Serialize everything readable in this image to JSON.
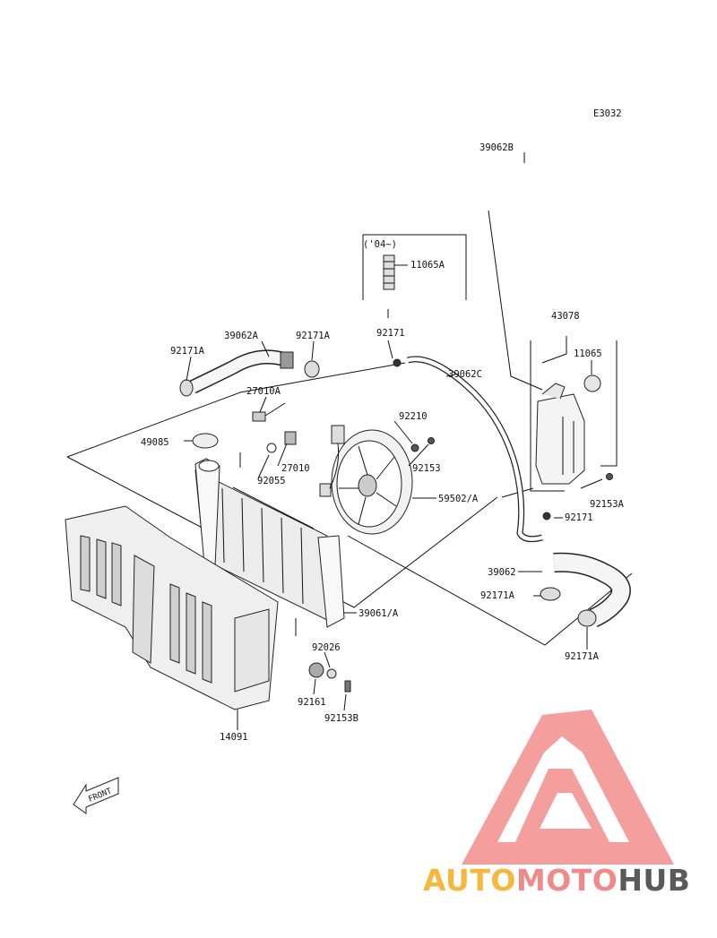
{
  "diagram_code": "E3032",
  "year_note": "('04~)",
  "front_label": "FRONT",
  "parts": {
    "p39062B": "39062B",
    "p11065A": "11065A",
    "p92171_top": "92171",
    "p43078": "43078",
    "p11065": "11065",
    "p92171A_left": "92171A",
    "p39062A": "39062A",
    "p92171A_mid": "92171A",
    "p39062C": "39062C",
    "p27010A": "27010A",
    "p92210": "92210",
    "p49085": "49085",
    "p27010": "27010",
    "p92153": "92153",
    "p92055": "92055",
    "p59502A": "59502/A",
    "p92153A": "92153A",
    "p92171_right": "92171",
    "p39062": "39062",
    "p92171A_r1": "92171A",
    "p39061A": "39061/A",
    "p92171A_r2": "92171A",
    "p92026": "92026",
    "p92161": "92161",
    "p92153B": "92153B",
    "p14091": "14091"
  },
  "watermark": {
    "part1": "AUTO",
    "part2": "MOTO",
    "part3": "HUB",
    "color1": "#f5b83e",
    "color2": "#f08a8a",
    "color3": "#5a5a5a",
    "logo_color": "#f07d7d"
  }
}
